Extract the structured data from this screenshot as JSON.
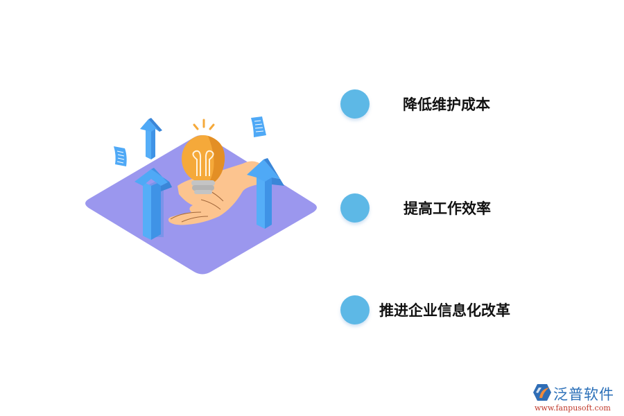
{
  "points": [
    {
      "label": "降低维护成本"
    },
    {
      "label": "提高工作效率"
    },
    {
      "label": "推进企业信息化改革"
    }
  ],
  "illustration": {
    "description": "isometric purple platform with hand holding lightbulb, rising blue arrows and floating documents",
    "icons": [
      "lightbulb-icon",
      "hand-icon",
      "arrow-up-icon",
      "document-icon"
    ]
  },
  "brand": {
    "name": "泛普软件",
    "url": "www.fanpusoft.com"
  },
  "colors": {
    "platform": "#9b97ee",
    "arrow": "#4fa9f6",
    "arrow_side": "#3f8fe0",
    "bulb": "#f5a93a",
    "bulb_shade": "#e38f25",
    "hand": "#fcc48f",
    "dot": "#5db8e6",
    "text": "#111111"
  }
}
